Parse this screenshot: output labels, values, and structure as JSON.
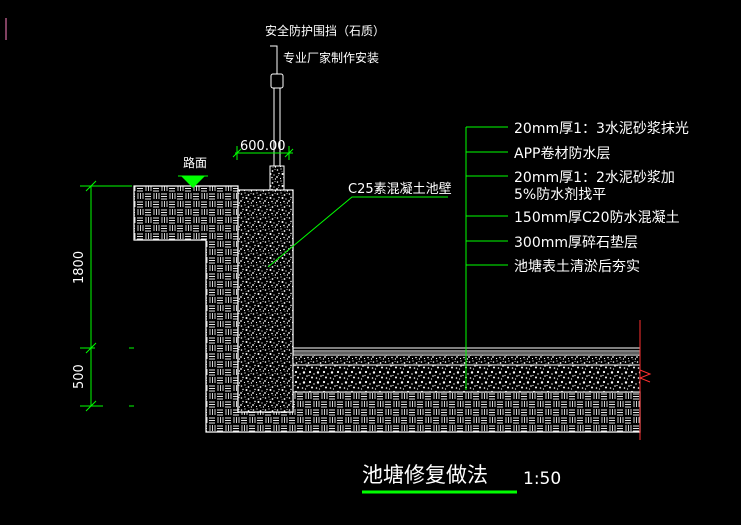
{
  "railing": {
    "label_line1": "安全防护围挡（石质）",
    "label_line2": "专业厂家制作安装",
    "width_dim": "600.00"
  },
  "road": {
    "label": "路面"
  },
  "wall": {
    "label": "C25素混凝土池壁"
  },
  "layers": [
    "20mm厚1：3水泥砂浆抹光",
    "APP卷材防水层",
    "20mm厚1：2水泥砂浆加",
    "5%防水剂找平",
    "150mm厚C20防水混凝土",
    "300mm厚碎石垫层",
    "池塘表土清淤后夯实"
  ],
  "dimensions": {
    "upper": "1800",
    "lower": "500"
  },
  "title": {
    "text": "池塘修复做法",
    "scale": "1:50"
  },
  "colors": {
    "background": "#000000",
    "lines": "#ffffff",
    "dimension": "#00ff00",
    "accent_red": "#ff3030"
  }
}
